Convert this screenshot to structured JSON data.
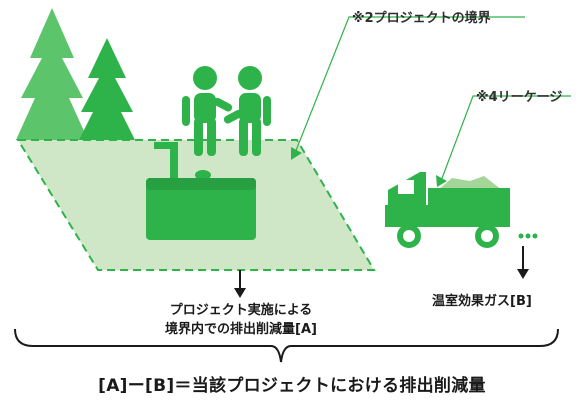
{
  "annotations": {
    "boundary_note": "※2プロジェクトの境界",
    "leakage_note": "※4リーケージ"
  },
  "captions": {
    "project_line1": "プロジェクト実施による",
    "project_line2": "境界内での排出削減量[A]",
    "ghg": "温室効果ガス[B]"
  },
  "formula": "[A]ー[B]＝当該プロジェクトにおける排出削減量",
  "colors": {
    "dark_green": "#2eb34a",
    "mid_green": "#5cc46b",
    "light_green": "#cfe7c6",
    "load_green": "#a4d69a",
    "ink": "#1a1a1a"
  },
  "icons": [
    "tree-icon",
    "person-icon",
    "tank-icon",
    "truck-icon"
  ]
}
